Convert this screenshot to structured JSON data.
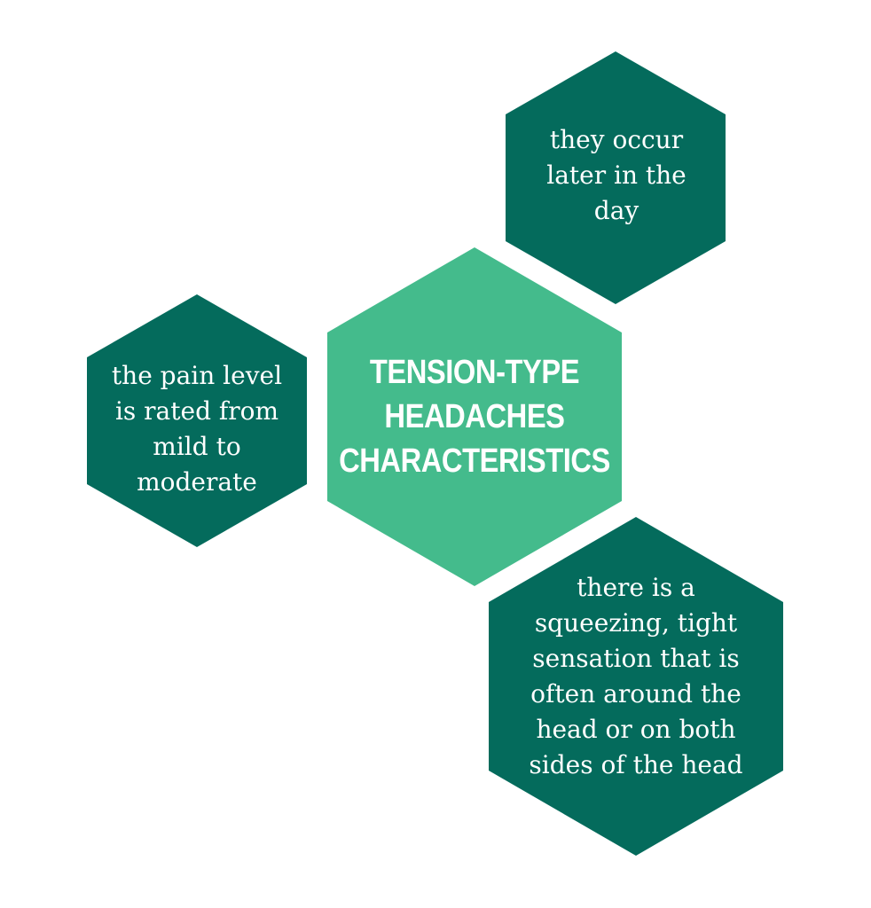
{
  "colors": {
    "center_fill": "#44bb8c",
    "outer_fill": "#046b5c",
    "text": "#ffffff",
    "background": "#ffffff"
  },
  "center": {
    "title": "TENSION-TYPE\nHEADACHES\nCHARACTERISTICS"
  },
  "items": [
    {
      "text": "they occur\nlater in the\nday"
    },
    {
      "text": "the pain level\nis rated from\nmild to\nmoderate"
    },
    {
      "text": "there is a\nsqueezing, tight\nsensation that is\noften around the\nhead or on both\nsides of the head"
    }
  ]
}
